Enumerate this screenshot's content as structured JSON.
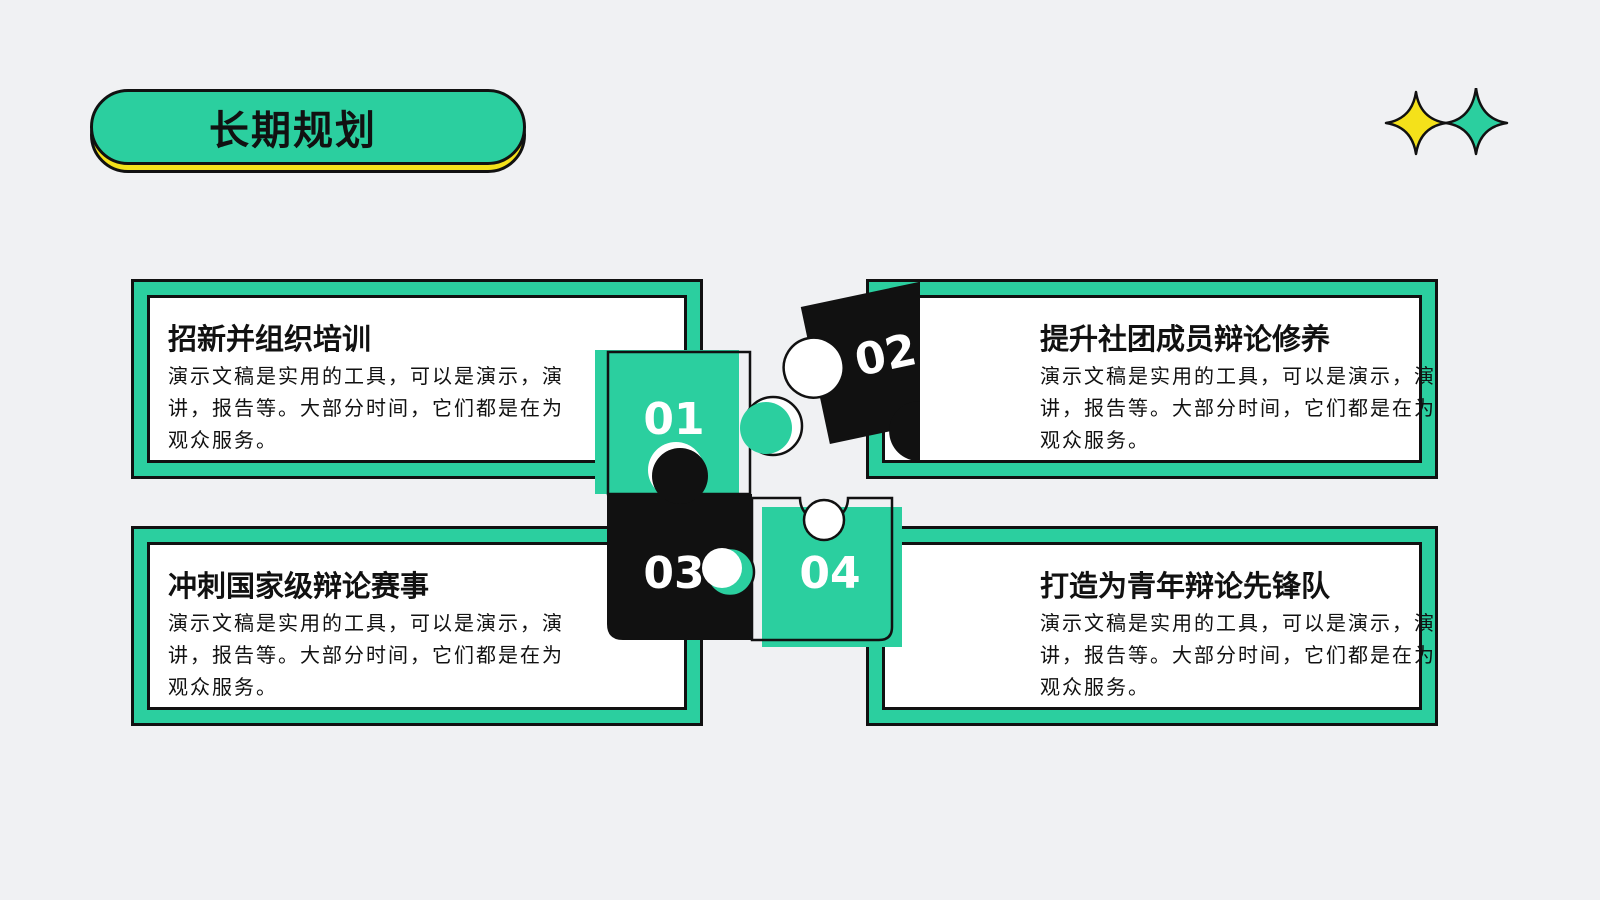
{
  "header": {
    "title": "长期规划"
  },
  "colors": {
    "accent": "#2bcf9f",
    "yellow": "#f4e11a",
    "dark": "#111111",
    "background": "#f0f1f3"
  },
  "decor": {
    "icons": [
      "yellow-sparkle-icon",
      "green-sparkle-icon"
    ]
  },
  "cards": [
    {
      "number": "01",
      "title": "招新并组织培训",
      "body": "演示文稿是实用的工具，可以是演示，演讲，报告等。大部分时间，它们都是在为观众服务。"
    },
    {
      "number": "02",
      "title": "提升社团成员辩论修养",
      "body": "演示文稿是实用的工具，可以是演示，演讲，报告等。大部分时间，它们都是在为观众服务。"
    },
    {
      "number": "03",
      "title": "冲刺国家级辩论赛事",
      "body": "演示文稿是实用的工具，可以是演示，演讲，报告等。大部分时间，它们都是在为观众服务。"
    },
    {
      "number": "04",
      "title": "打造为青年辩论先锋队",
      "body": "演示文稿是实用的工具，可以是演示，演讲，报告等。大部分时间，它们都是在为观众服务。"
    }
  ]
}
